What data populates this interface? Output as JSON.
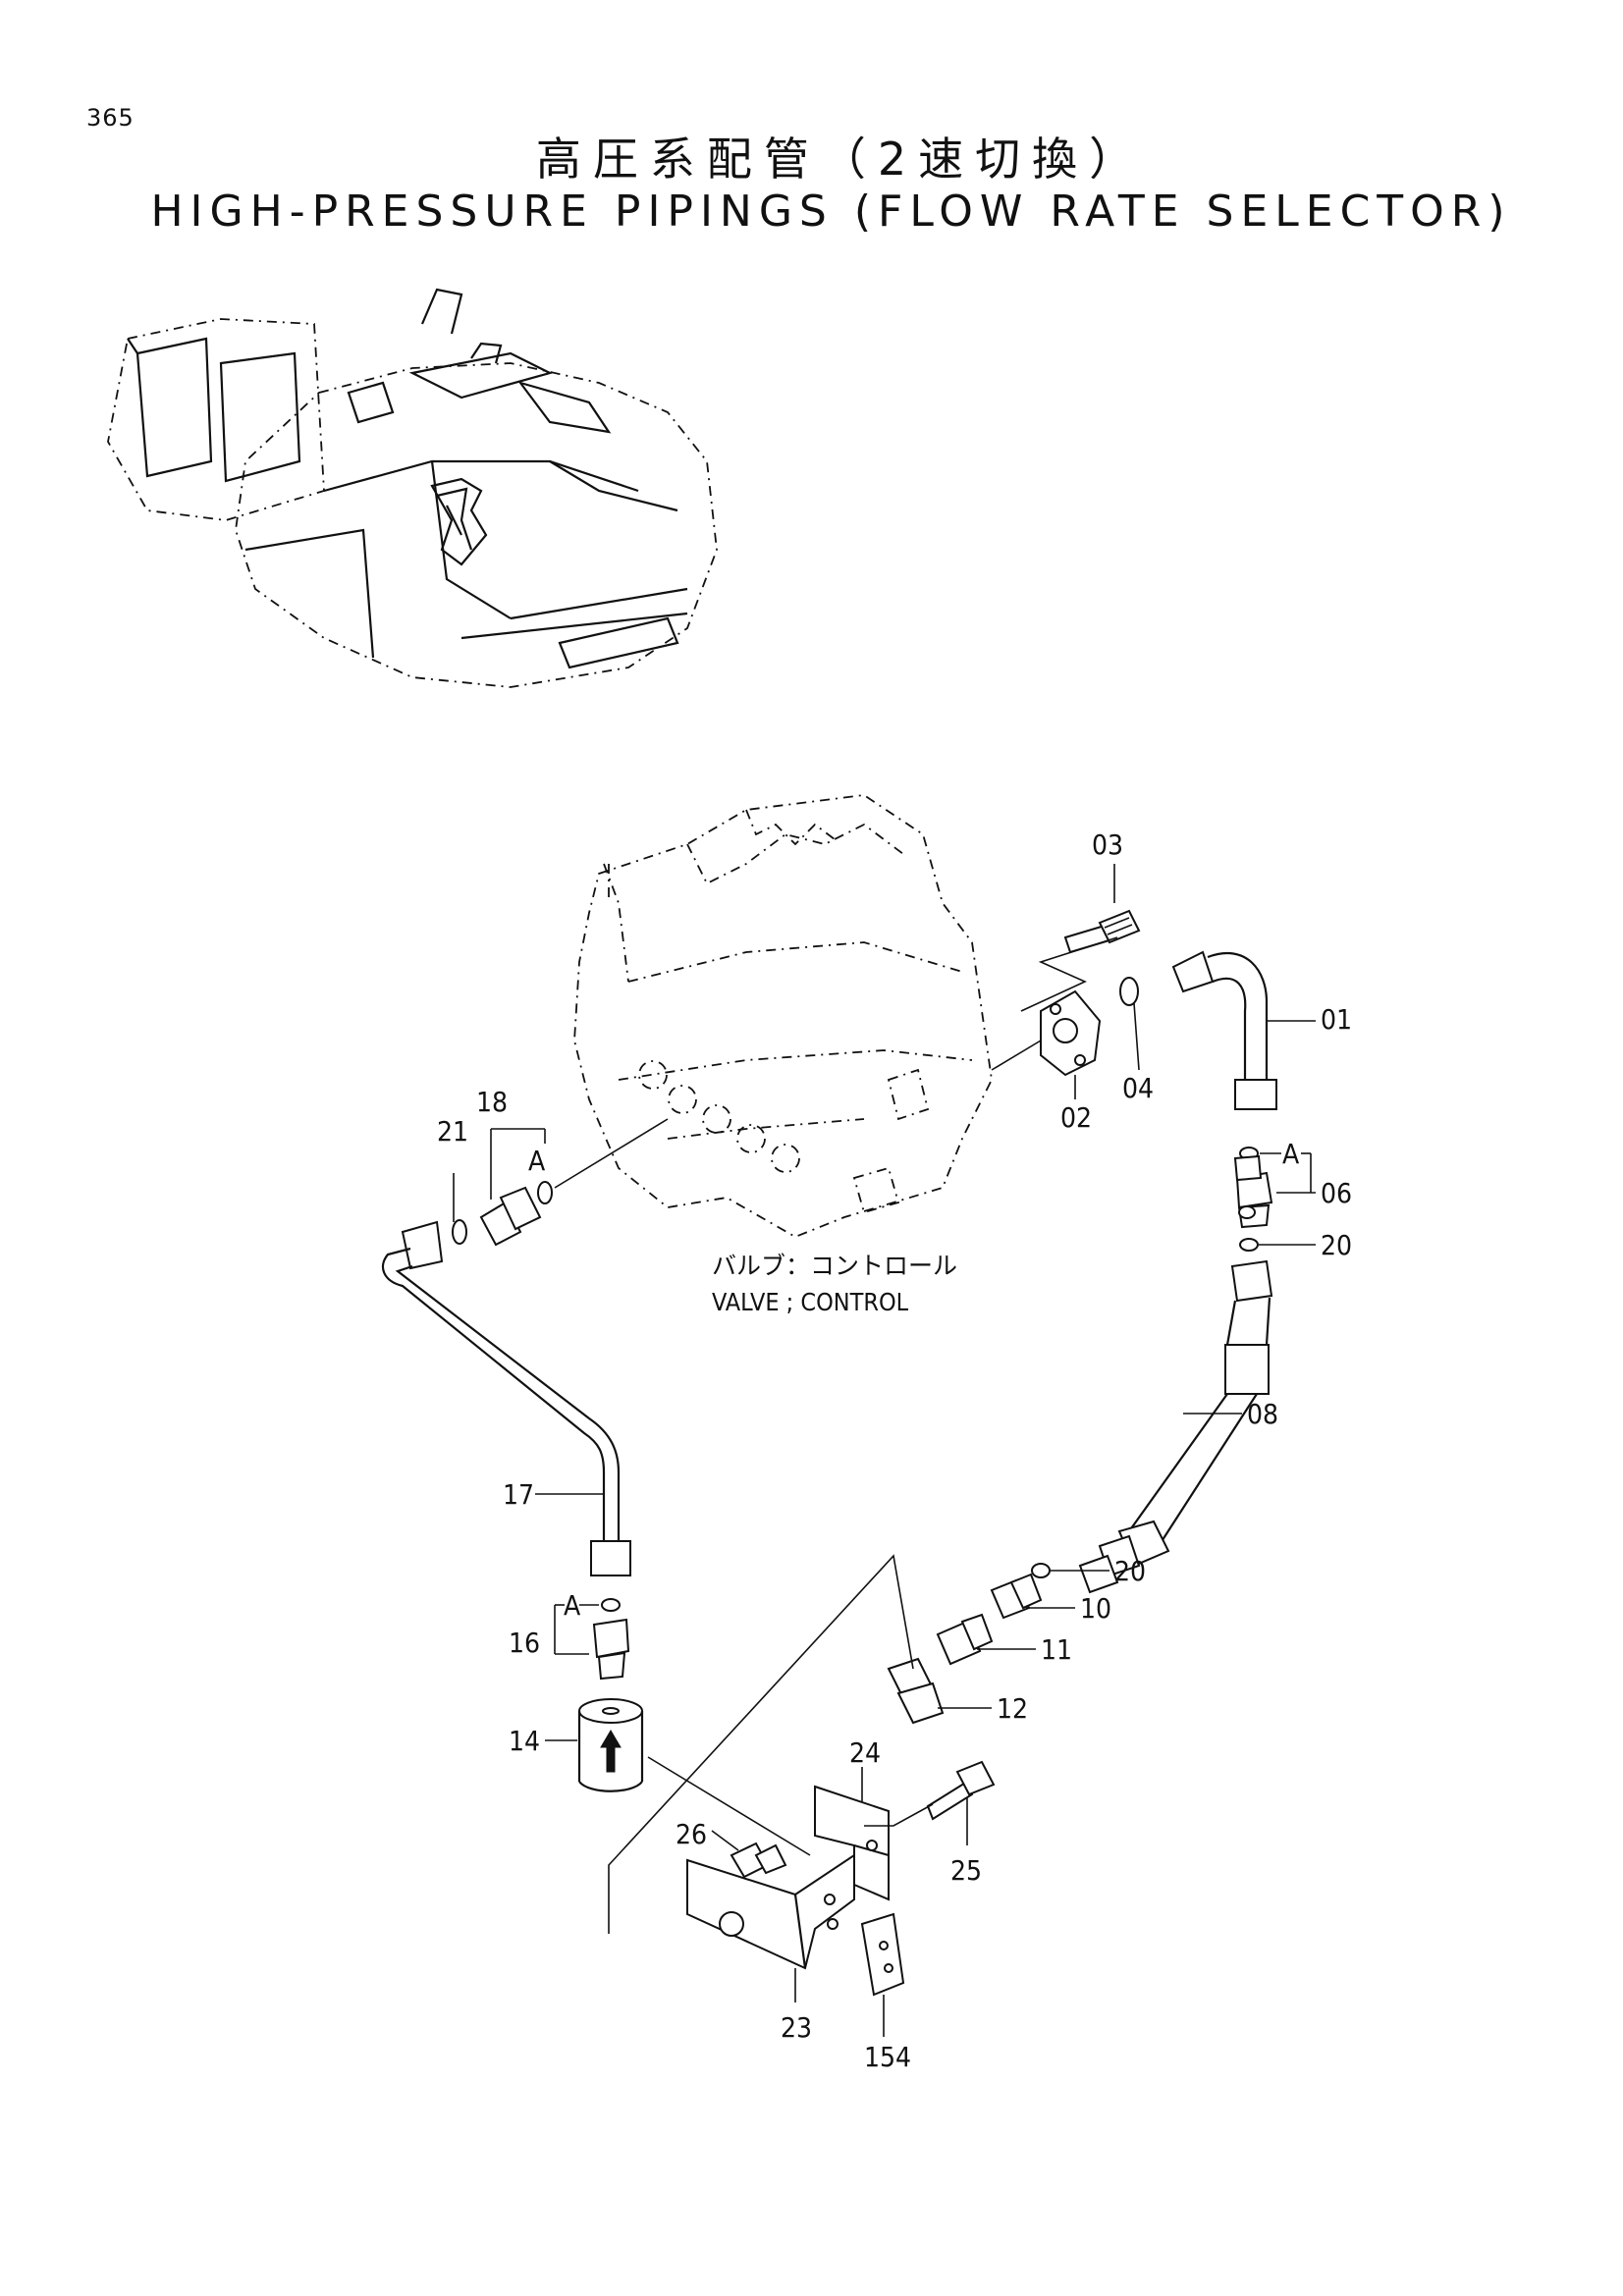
{
  "page_number": "365",
  "title_jp": "高圧系配管（2速切換）",
  "title_en": "HIGH-PRESSURE PIPINGS (FLOW RATE SELECTOR)",
  "valve_label_jp": "バルブ：コントロール",
  "valve_label_en": "VALVE ; CONTROL",
  "group_tag": "A",
  "callouts": {
    "p01": "01",
    "p02": "02",
    "p03": "03",
    "p04": "04",
    "p06": "06",
    "p08": "08",
    "p10": "10",
    "p11": "11",
    "p12": "12",
    "p14": "14",
    "p16": "16",
    "p17": "17",
    "p18": "18",
    "p20a": "20",
    "p20b": "20",
    "p21": "21",
    "p23": "23",
    "p24": "24",
    "p25": "25",
    "p26": "26",
    "p154": "154"
  }
}
